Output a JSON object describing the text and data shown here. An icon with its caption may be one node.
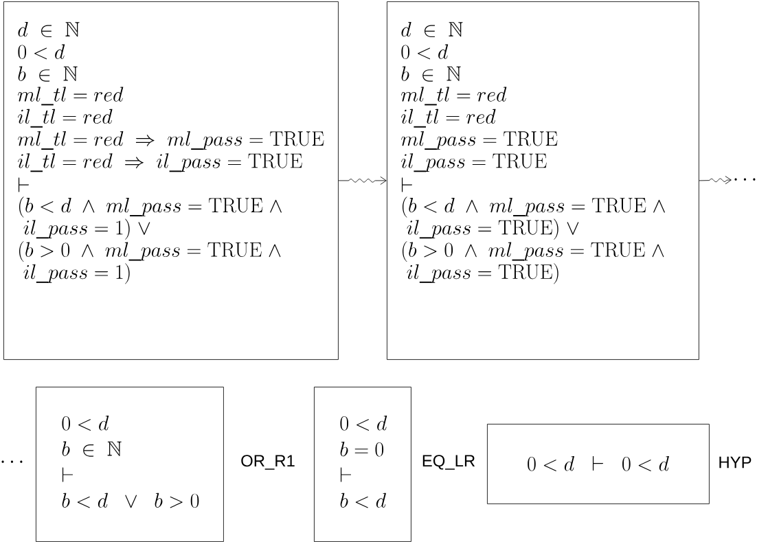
{
  "diagram": {
    "nodes": [
      {
        "text": [
          "d \\ \\in\\ \\mathbb{N}",
          "0 < d",
          "b \\ \\in\\ \\mathbb{N}",
          "ml\\_tl = red",
          "il\\_tl = red",
          "ml\\_tl = red \\ \\Rightarrow\\ ml\\_pass = \\mathrm{TRUE}",
          "il\\_tl = red \\ \\Rightarrow\\ il\\_pass = \\mathrm{TRUE}",
          "\\vdash",
          "(b < d \\ \\wedge\\ ml\\_pass = \\mathrm{TRUE} \\ \\wedge",
          "\\ il\\_pass = 1) \\ \\vee",
          "(b > 0 \\ \\wedge\\ ml\\_pass = \\mathrm{TRUE} \\ \\wedge",
          "\\ il\\_pass = 1)"
        ]
      },
      {
        "text": [
          "d \\ \\in\\ \\mathbb{N}",
          "0 < d",
          "b \\ \\in\\ \\mathbb{N}",
          "ml\\_tl = red",
          "il\\_tl = red",
          "ml\\_pass = \\mathrm{TRUE}",
          "il\\_pass = \\mathrm{TRUE}",
          "\\vdash",
          "(b < d \\ \\wedge\\ ml\\_pass = \\mathrm{TRUE} \\ \\wedge",
          "\\ il\\_pass = \\mathrm{TRUE}) \\ \\vee",
          "(b > 0 \\ \\wedge\\ ml\\_pass = \\mathrm{TRUE} \\ \\wedge",
          "\\ il\\_pass = \\mathrm{TRUE})"
        ]
      },
      {
        "text": [
          "\\cdots"
        ]
      },
      {
        "text": [
          "0 < d",
          "b \\ \\in\\ \\mathbb{N}",
          "\\vdash",
          "b < d \\ \\ \\vee\\ \\ b > 0"
        ]
      },
      {
        "text": [
          "0 < d",
          "b = 0",
          "\\vdash",
          "b < d"
        ]
      },
      {
        "text": [
          "0 < d \\ \\ \\vdash\\ \\ 0 < d"
        ]
      }
    ],
    "edges": [
      {
        "from": 0,
        "to": 1,
        "arrow": "to"
      },
      {
        "from": 1,
        "to": 2,
        "arrow": "to"
      }
    ],
    "labels": [
      "\\cdots",
      "OR_R1",
      "EQ_LR",
      "HYP"
    ]
  }
}
